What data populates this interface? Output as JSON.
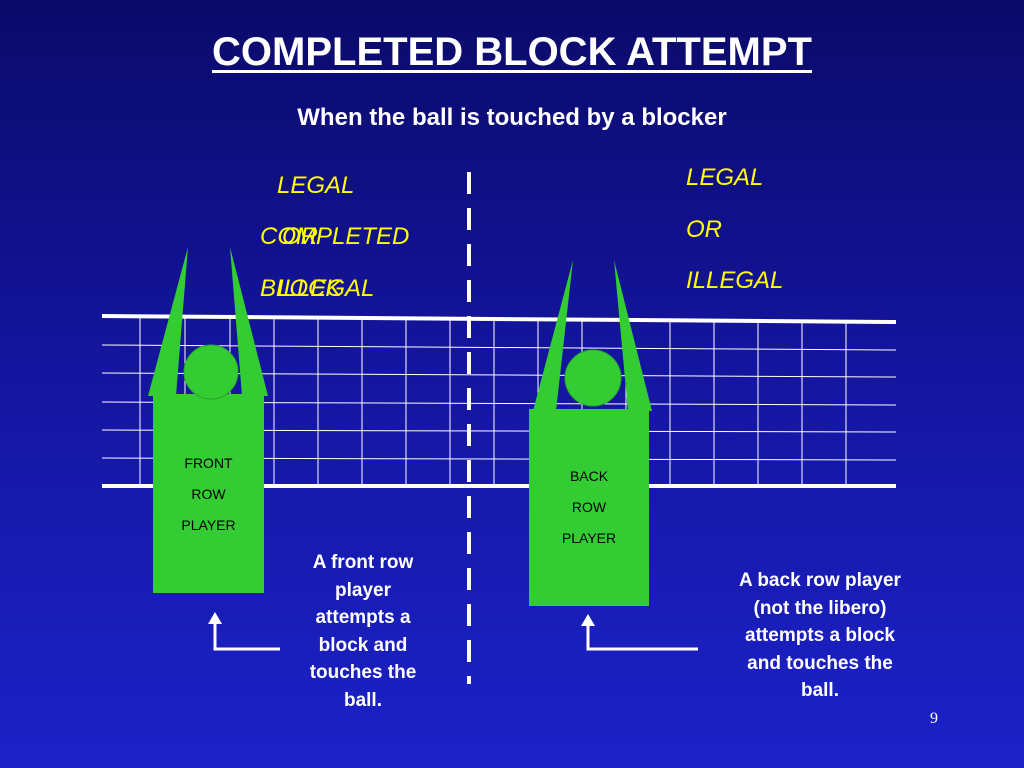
{
  "slide": {
    "title": "COMPLETED  BLOCK ATTEMPT",
    "subtitle": "When the ball is touched by a blocker",
    "page_number": "9"
  },
  "left_labels": {
    "legal": "LEGAL",
    "or": "OR",
    "completed": "COMPLETED",
    "illegal": "ILLEGAL",
    "block": "BLOCK"
  },
  "right_labels": {
    "legal": "LEGAL",
    "or": "OR",
    "illegal": "ILLEGAL"
  },
  "front_player": {
    "line1": "FRONT",
    "line2": "ROW",
    "line3": "PLAYER"
  },
  "back_player": {
    "line1": "BACK",
    "line2": "ROW",
    "line3": "PLAYER"
  },
  "captions": {
    "front": [
      "A front row",
      "player",
      "attempts a",
      "block and",
      "touches the",
      "ball."
    ],
    "back": [
      "A back row player",
      "(not the libero)",
      "attempts a block",
      "and touches the",
      "ball."
    ]
  },
  "colors": {
    "background_top": "#0a0a6a",
    "background_bottom": "#1c22c8",
    "player_green": "#33cc33",
    "label_yellow": "#ffff00",
    "text_white": "#ffffff"
  }
}
